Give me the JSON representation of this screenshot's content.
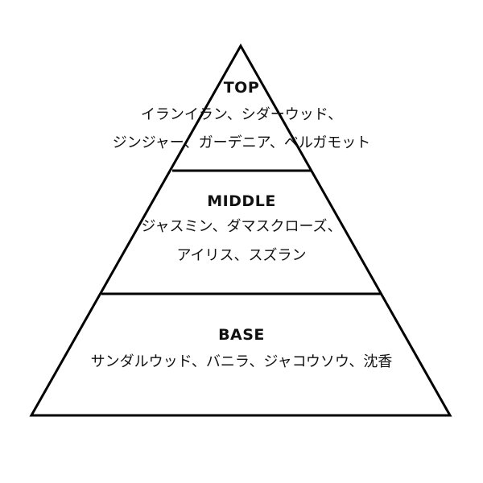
{
  "diagram": {
    "colors": {
      "stroke": "#000000",
      "fill": "#ffffff",
      "text": "#111111"
    },
    "tiers": [
      {
        "title": "TOP",
        "lines": [
          "イランイラン、シダーウッド、",
          "ジンジャー、ガーデニア、ベルガモット"
        ]
      },
      {
        "title": "MIDDLE",
        "lines": [
          "ジャスミン、ダマスクローズ、",
          "アイリス、スズラン"
        ]
      },
      {
        "title": "BASE",
        "lines": [
          "サンダルウッド、バニラ、ジャコウソウ、沈香"
        ]
      }
    ]
  }
}
